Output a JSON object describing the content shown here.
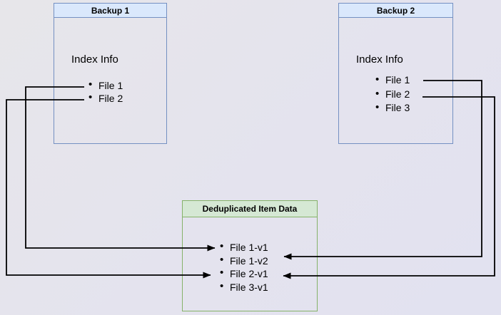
{
  "diagram": {
    "boxes": {
      "backup1": {
        "title": "Backup 1",
        "label": "Index Info",
        "items": [
          "File 1",
          "File 2"
        ]
      },
      "backup2": {
        "title": "Backup 2",
        "label": "Index Info",
        "items": [
          "File 1",
          "File 2",
          "File 3"
        ]
      },
      "dedup": {
        "title": "Deduplicated Item Data",
        "items": [
          "File 1-v1",
          "File 1-v2",
          "File 2-v1",
          "File 3-v1"
        ]
      }
    },
    "connections": [
      {
        "from": "Backup 1 / File 1",
        "to": "Deduplicated Item Data / File 1-v1"
      },
      {
        "from": "Backup 1 / File 2",
        "to": "Deduplicated Item Data / File 2-v1"
      },
      {
        "from": "Backup 2 / File 1",
        "to": "Deduplicated Item Data / File 1-v2"
      },
      {
        "from": "Backup 2 / File 2",
        "to": "Deduplicated Item Data / File 2-v1"
      }
    ],
    "colors": {
      "background": "#e5e4ee",
      "backup_header_fill": "#dae8fc",
      "backup_border": "#7490c2",
      "dedup_header_fill": "#d5e8d4",
      "dedup_border": "#85b269",
      "arrow": "#000000",
      "text": "#000000"
    }
  }
}
